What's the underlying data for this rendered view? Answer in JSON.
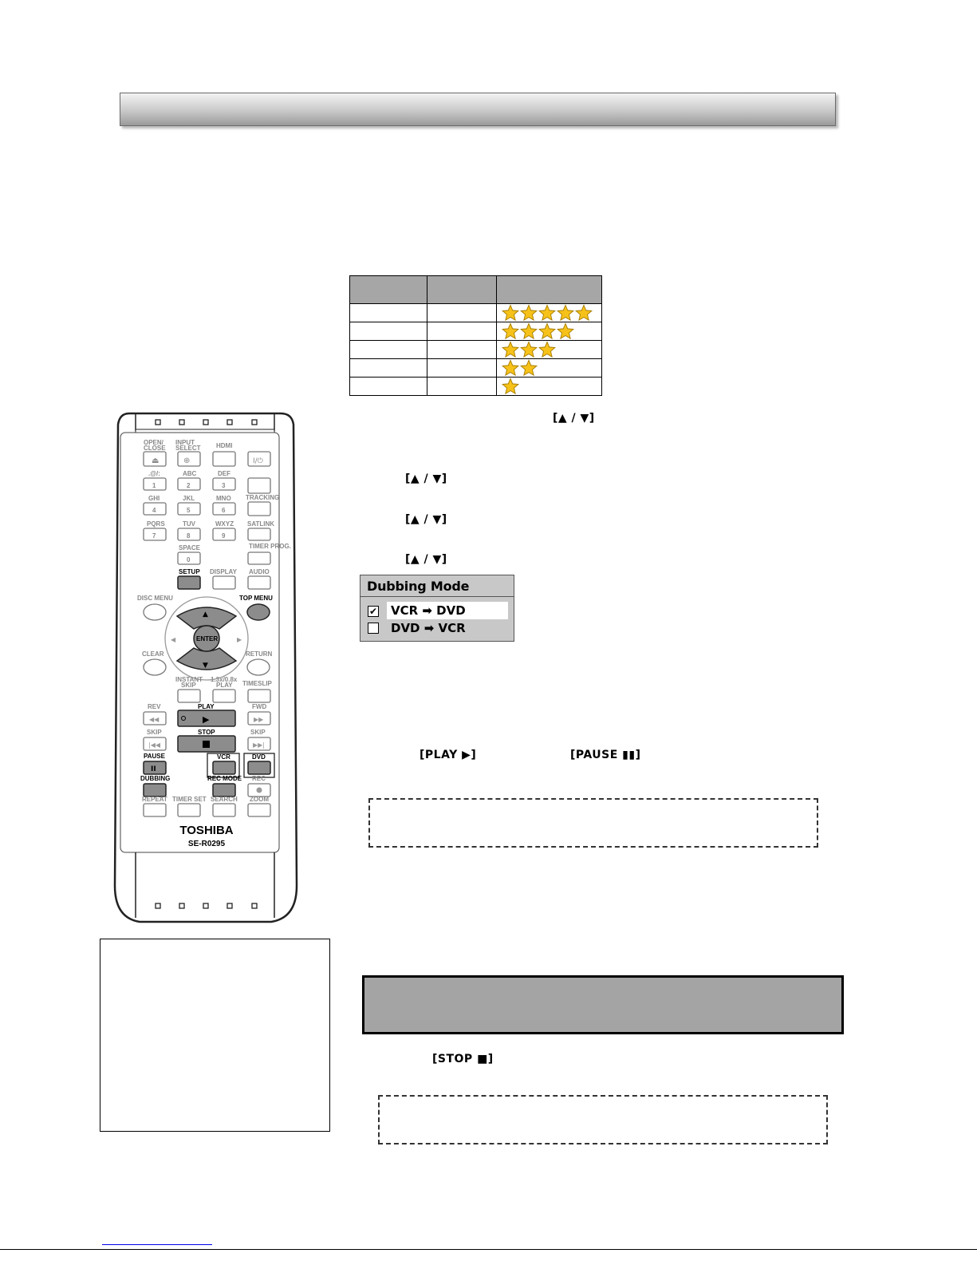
{
  "quality_table": {
    "star_ratings": [
      5,
      4,
      3,
      2,
      1
    ]
  },
  "keys": {
    "up_down": "[▲ / ▼]",
    "play": "[PLAY ▶]",
    "pause": "[PAUSE ▮▮]",
    "stop": "[STOP ■]"
  },
  "osd": {
    "title": "Dubbing Mode",
    "options": [
      {
        "label": "VCR ➡ DVD",
        "checked": true
      },
      {
        "label": "DVD ➡ VCR",
        "checked": false
      }
    ]
  },
  "remote": {
    "brand": "TOSHIBA",
    "model": "SE-R0295",
    "buttons": {
      "open_close": "OPEN/ CLOSE",
      "input_select": "INPUT SELECT",
      "hdmi": "HDMI",
      "n1_sub": ".@/:",
      "abc": "ABC",
      "def": "DEF",
      "ghi": "GHI",
      "jkl": "JKL",
      "mno": "MNO",
      "tracking": "TRACKING",
      "pqrs": "PQRS",
      "tuv": "TUV",
      "wxyz": "WXYZ",
      "satlink": "SATLINK",
      "space": "SPACE",
      "timer_prog": "TIMER PROG.",
      "setup": "SETUP",
      "display": "DISPLAY",
      "audio": "AUDIO",
      "disc_menu": "DISC MENU",
      "top_menu": "TOP MENU",
      "enter": "ENTER",
      "clear": "CLEAR",
      "return": "RETURN",
      "instant_skip": "INSTANT SKIP",
      "speed_play": "1.3x/0.8x PLAY",
      "timeslip": "TIMESLIP",
      "rev": "REV",
      "play": "PLAY",
      "fwd": "FWD",
      "skip": "SKIP",
      "stop": "STOP",
      "pause": "PAUSE",
      "vcr": "VCR",
      "dvd": "DVD",
      "dubbing": "DUBBING",
      "rec_mode": "REC MODE",
      "rec": "REC",
      "repeat": "REPEAT",
      "timer_set": "TIMER SET",
      "search": "SEARCH",
      "zoom": "ZOOM",
      "digits": [
        "1",
        "2",
        "3",
        "4",
        "5",
        "6",
        "7",
        "8",
        "9",
        "0"
      ]
    }
  },
  "colors": {
    "header_gray": "#a6a6a6",
    "section_bar": "#a4a4a4",
    "star_fill": "#f6c21a",
    "osd_bg": "#c8c8c8"
  }
}
